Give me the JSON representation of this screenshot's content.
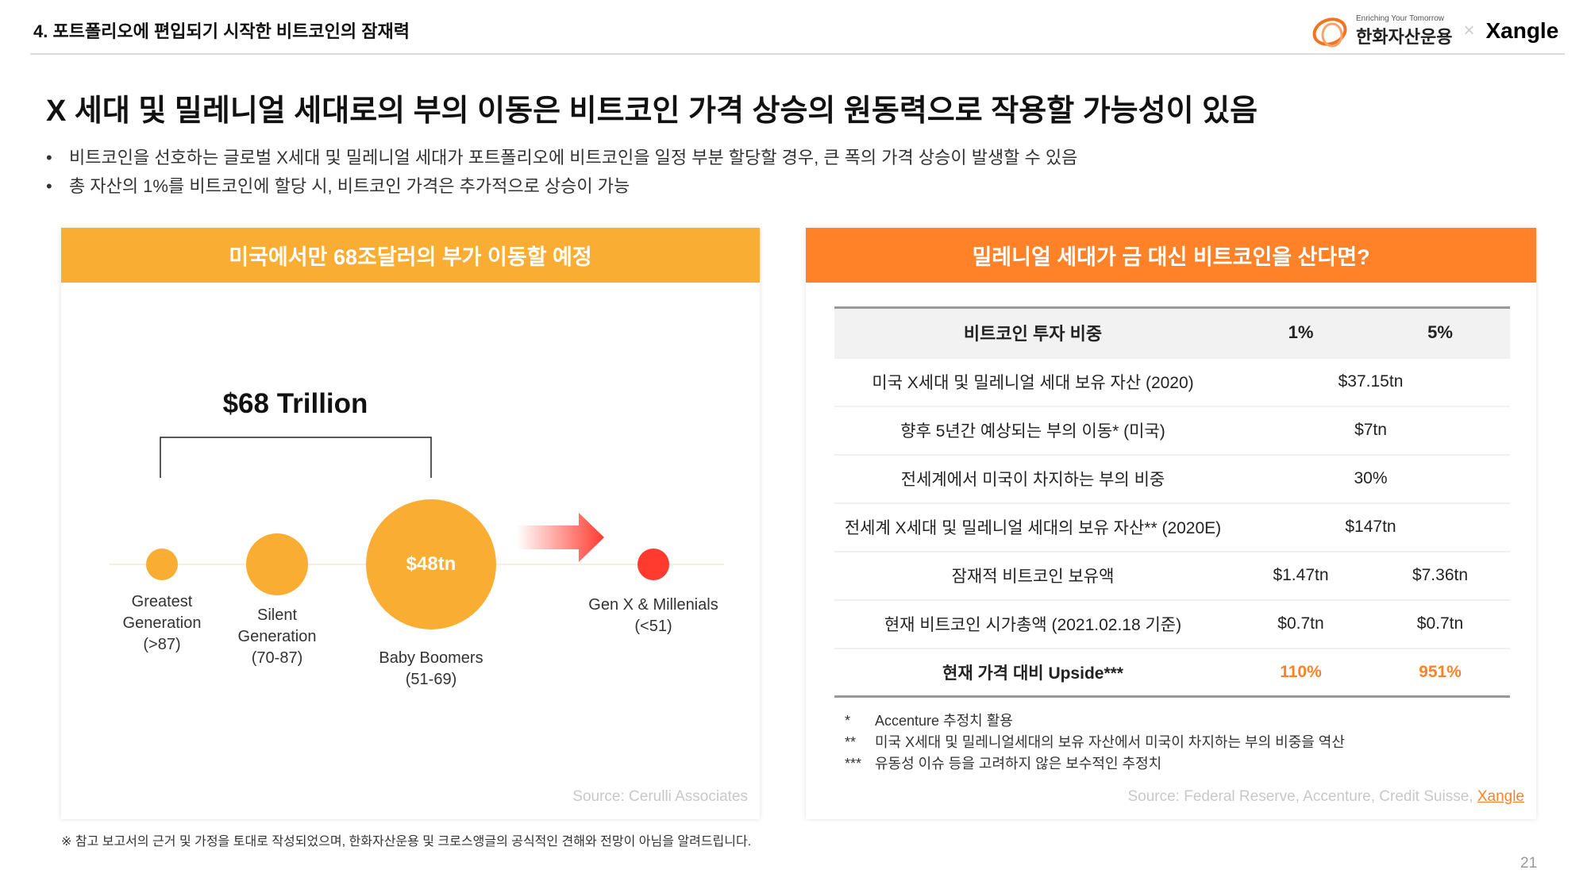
{
  "section_title": "4. 포트폴리오에 편입되기 시작한 비트코인의 잠재력",
  "logo": {
    "tagline": "Enriching Your Tomorrow",
    "company": "한화자산운용",
    "separator": "×",
    "partner": "Xangle"
  },
  "heading": "X 세대 및 밀레니얼 세대로의 부의 이동은 비트코인 가격 상승의 원동력으로 작용할 가능성이 있음",
  "bullets": [
    "비트코인을 선호하는 글로벌 X세대 및 밀레니얼 세대가 포트폴리오에 비트코인을 일정 부분 할당할 경우, 큰 폭의 가격 상승이 발생할 수 있음",
    "총 자산의 1%를 비트코인에 할당 시, 비트코인 가격은 추가적으로 상승이 가능"
  ],
  "left_panel": {
    "title": "미국에서만 68조달러의 부가 이동할 예정",
    "total": "$68 Trillion",
    "generations": [
      {
        "name": "Greatest",
        "name2": "Generation",
        "age": "(>87)"
      },
      {
        "name": "Silent",
        "name2": "Generation",
        "age": "(70-87)"
      },
      {
        "name": "Baby Boomers",
        "age": "(51-69)",
        "value": "$48tn"
      },
      {
        "name": "Gen X & Millenials",
        "age": "(<51)"
      }
    ],
    "source": "Source: Cerulli Associates"
  },
  "right_panel": {
    "title": "밀레니얼 세대가 금 대신 비트코인을 산다면?",
    "header": [
      "비트코인 투자 비중",
      "1%",
      "5%"
    ],
    "rows": [
      {
        "label": "미국 X세대 및 밀레니얼 세대 보유 자산 (2020)",
        "merged": "$37.15tn"
      },
      {
        "label": "향후 5년간 예상되는 부의 이동* (미국)",
        "merged": "$7tn"
      },
      {
        "label": "전세계에서 미국이 차지하는 부의 비중",
        "merged": "30%"
      },
      {
        "label": "전세계 X세대 및 밀레니얼 세대의 보유 자산** (2020E)",
        "merged": "$147tn"
      },
      {
        "label": "잠재적 비트코인 보유액",
        "v1": "$1.47tn",
        "v5": "$7.36tn"
      },
      {
        "label": "현재 비트코인 시가총액 (2021.02.18 기준)",
        "v1": "$0.7tn",
        "v5": "$0.7tn"
      },
      {
        "label": "현재 가격 대비 Upside***",
        "v1": "110%",
        "v5": "951%"
      }
    ],
    "notes": [
      {
        "mark": "*",
        "text": "Accenture 추정치 활용"
      },
      {
        "mark": "**",
        "text": "미국 X세대 및 밀레니얼세대의 보유 자산에서 미국이 차지하는 부의 비중을 역산"
      },
      {
        "mark": "***",
        "text": "유동성 이슈 등을 고려하지 않은 보수적인 추정치"
      }
    ],
    "source": "Source: Federal Reserve, Accenture, Credit Suisse, ",
    "source_link": "Xangle"
  },
  "disclaimer": "※ 참고 보고서의 근거 및 가정을 토대로 작성되었으며, 한화자산운용 및 크로스앵글의 공식적인 견해와 전망이 아님을 알려드립니다.",
  "page_number": "21",
  "colors": {
    "yellow": "#F9AE33",
    "orange": "#FF8229",
    "red": "#FF3B30"
  }
}
